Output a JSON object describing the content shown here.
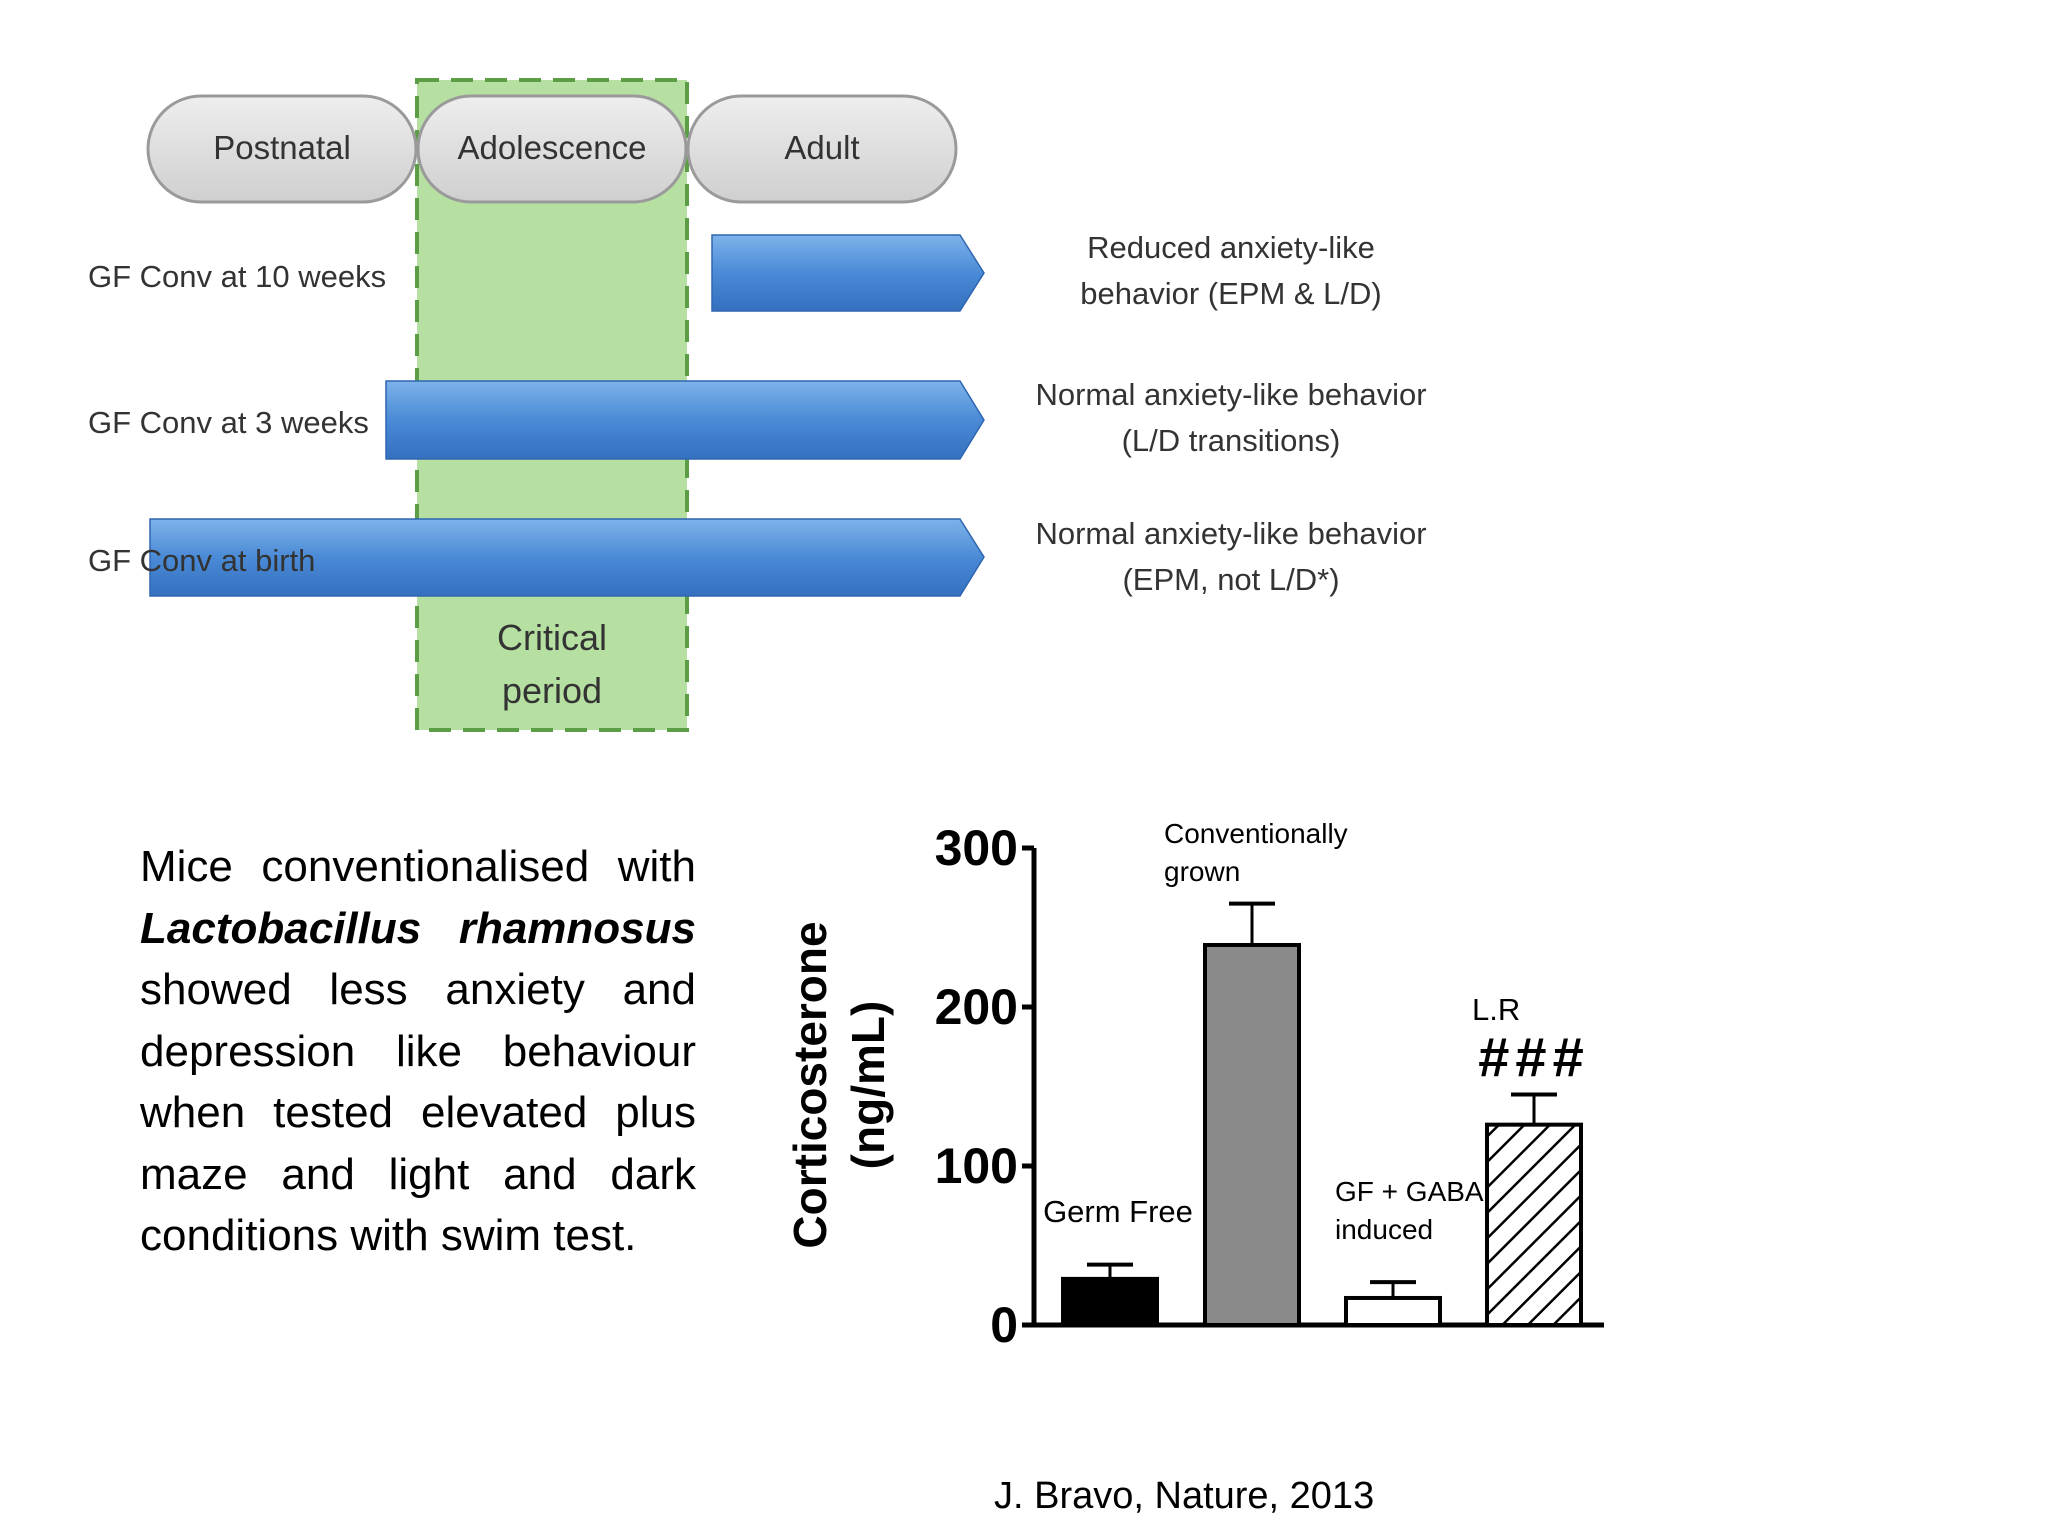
{
  "timeline": {
    "phases": [
      "Postnatal",
      "Adolescence",
      "Adult"
    ],
    "critical_period": [
      "Critical",
      "period"
    ],
    "rows": [
      {
        "label": "GF Conv at 10 weeks",
        "outcome": [
          "Reduced anxiety-like",
          "behavior (EPM & L/D)"
        ]
      },
      {
        "label": "GF Conv at 3 weeks",
        "outcome": [
          "Normal anxiety-like behavior",
          "(L/D transitions)"
        ]
      },
      {
        "label": "GF Conv at birth",
        "outcome": [
          "Normal anxiety-like behavior",
          "(EPM, not L/D*)"
        ]
      }
    ],
    "colors": {
      "critical_fill": "#b6e0a2",
      "critical_border": "#5c9e45",
      "arrow": "#4a8ad6",
      "phase_fill": "#dcdcdc"
    }
  },
  "text_block": {
    "p1": "Mice conventionalised with ",
    "bold1": "Lactobacillus rhamnosus",
    "p2": " showed less anxiety and depression like behaviour when tested elevated plus maze and light and dark conditions with swim test."
  },
  "chart_data": {
    "type": "bar",
    "ylabel": [
      "Corticosterone",
      "(ng/mL)"
    ],
    "yticks": [
      "0",
      "100",
      "200",
      "300"
    ],
    "ylim": [
      0,
      300
    ],
    "bars": [
      {
        "label": [
          "Germ Free"
        ],
        "value": 29,
        "error": 9,
        "fill": "#000000"
      },
      {
        "label": [
          "Conventionally",
          "grown"
        ],
        "value": 239,
        "error": 26,
        "fill": "#8a8a8a"
      },
      {
        "label": [
          "GF + GABA",
          "induced"
        ],
        "value": 17,
        "error": 10,
        "fill": "#ffffff"
      },
      {
        "label": [
          "L.R"
        ],
        "value": 126,
        "error": 19,
        "fill": "hatch",
        "annotation": "###"
      }
    ]
  },
  "citation": "J. Bravo, Nature, 2013"
}
